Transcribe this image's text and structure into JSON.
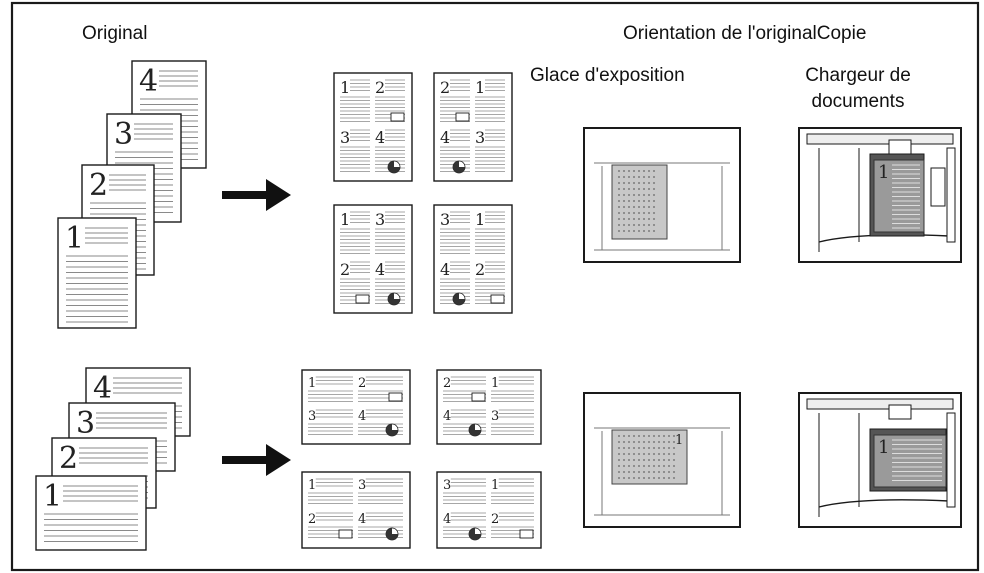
{
  "headers": {
    "original": "Original",
    "orientation_copie": "Orientation de l'originalCopie",
    "glace": "Glace d'exposition",
    "chargeur_line1": "Chargeur de",
    "chargeur_line2": "documents"
  },
  "originals_portrait": [
    "1",
    "2",
    "3",
    "4"
  ],
  "originals_landscape": [
    "1",
    "2",
    "3",
    "4"
  ],
  "layouts_portrait": [
    [
      "1",
      "2",
      "3",
      "4"
    ],
    [
      "2",
      "1",
      "4",
      "3"
    ],
    [
      "1",
      "3",
      "2",
      "4"
    ],
    [
      "3",
      "1",
      "4",
      "2"
    ]
  ],
  "layouts_landscape": [
    [
      "1",
      "2",
      "3",
      "4"
    ],
    [
      "2",
      "1",
      "4",
      "3"
    ],
    [
      "1",
      "3",
      "2",
      "4"
    ],
    [
      "3",
      "1",
      "4",
      "2"
    ]
  ],
  "feeder_page_number": "1",
  "glass_landscape_marker": "1",
  "colors": {
    "line": "#1a1a1a",
    "text_lines": "#8a8a8a",
    "page_fill": "#ffffff",
    "doc_gray": "#9a9a9a",
    "dark_gray": "#555555"
  }
}
